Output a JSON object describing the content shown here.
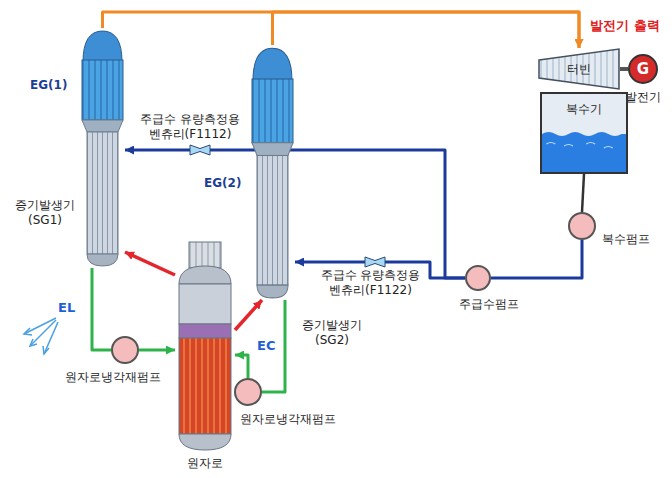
{
  "diagram": {
    "nodes": [
      {
        "text": [
          "증기발생기 (SG1)"
        ]
      },
      {
        "text": [
          "증기발생기 (SG2)"
        ]
      },
      {
        "text": [
          "원자로"
        ]
      },
      {
        "text": [
          "원자로냉각재펌프"
        ]
      },
      {
        "text": [
          "원자로냉각재펌프"
        ]
      },
      {
        "text": [
          "터빈"
        ]
      },
      {
        "text": [
          "G",
          "발전기"
        ]
      },
      {
        "text": [
          "복수기"
        ]
      },
      {
        "text": [
          "복수펌프"
        ]
      },
      {
        "text": [
          "주급수펌프"
        ]
      }
    ],
    "edges": [
      {
        "from": 0,
        "to": 5,
        "arrow": "to"
      },
      {
        "from": 1,
        "to": 5,
        "arrow": "to"
      },
      {
        "from": 5,
        "to": 6,
        "arrow": "none"
      },
      {
        "from": 7,
        "to": 8,
        "arrow": "none"
      },
      {
        "from": 8,
        "to": 9,
        "arrow": "none"
      },
      {
        "from": 9,
        "to": 1,
        "arrow": "to"
      },
      {
        "from": 9,
        "to": 0,
        "arrow": "to"
      },
      {
        "from": 2,
        "to": 0,
        "arrow": "to"
      },
      {
        "from": 2,
        "to": 1,
        "arrow": "to"
      },
      {
        "from": 0,
        "to": 3,
        "arrow": "none"
      },
      {
        "from": 3,
        "to": 2,
        "arrow": "to"
      },
      {
        "from": 1,
        "to": 4,
        "arrow": "none"
      },
      {
        "from": 4,
        "to": 2,
        "arrow": "to"
      }
    ],
    "labels": [
      "발전기 출력",
      "EG(1)",
      "EG(2)",
      "EL",
      "EC",
      "주급수 유량측정용 벤츄리(F1112)",
      "주급수 유량측정용 벤츄리(F1122)"
    ]
  }
}
